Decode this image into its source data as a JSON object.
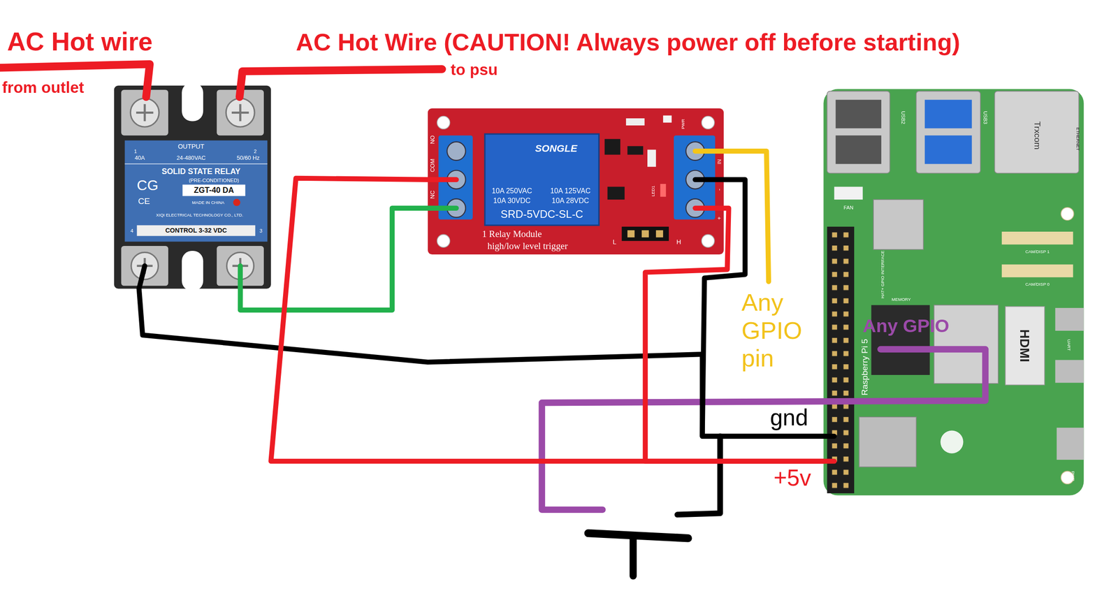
{
  "diagram": {
    "nodes": [
      {
        "text": [
          "OUTPUT",
          "1",
          "2",
          "40A",
          "24-480VAC",
          "50/60 Hz",
          "SOLID STATE RELAY",
          "(PRE-CONDITIONED)",
          "CG",
          "CE",
          "ZGT-40 DA",
          "MADE IN CHINA",
          "XIQI ELECTRICAL TECHNOLOGY CO., LTD.",
          "CONTROL 3-32 VDC",
          "4",
          "3"
        ]
      },
      {
        "text": [
          "SONGLE",
          "10A 250VAC",
          "10A 125VAC",
          "10A 30VDC",
          "10A 28VDC",
          "SRD-5VDC-SL-C",
          "1 Relay Module",
          "high/low level trigger",
          "NO",
          "COM",
          "NC",
          "IN",
          "-",
          "+",
          "PWR",
          "LED1",
          "L",
          "H"
        ]
      },
      {
        "text": [
          "Raspberry Pi 5",
          "USB2",
          "USB3",
          "ETHERNET",
          "Trxcom",
          "FAN",
          "HAT+ GPIO INTERFACE",
          "MEMORY",
          "CAM/DISP 1",
          "CAM/DISP 0",
          "HDMI",
          "UART",
          "PWR"
        ]
      }
    ],
    "edges": [
      {
        "from": 0,
        "to": 1,
        "arrow": "none"
      },
      {
        "from": 0,
        "to": 2,
        "arrow": "none"
      },
      {
        "from": 1,
        "to": 2,
        "arrow": "none"
      },
      {
        "from": 1,
        "to": 2,
        "arrow": "none"
      },
      {
        "from": 1,
        "to": 2,
        "arrow": "none"
      }
    ],
    "labels": [
      "AC Hot wire",
      "from outlet",
      "AC Hot Wire (CAUTION! Always power off before starting)",
      "to psu",
      "Any GPIO pin",
      "Any GPIO",
      "gnd",
      "+5v"
    ]
  }
}
